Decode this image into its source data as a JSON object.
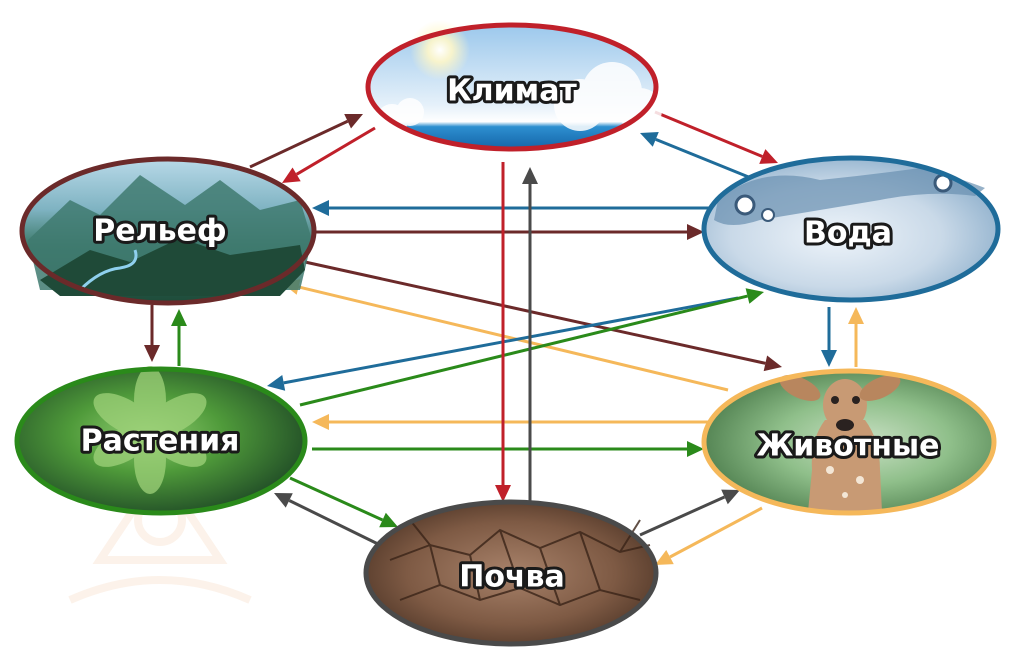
{
  "colors": {
    "climate": "#c0202a",
    "relief": "#6b2a2a",
    "water": "#1f6c9a",
    "plants": "#2a8a1a",
    "animals": "#f5b85a",
    "soil": "#4a4a4a"
  },
  "nodes": {
    "climate": {
      "label": "Климат"
    },
    "relief": {
      "label": "Рельеф"
    },
    "water": {
      "label": "Вода"
    },
    "plants": {
      "label": "Растения"
    },
    "animals": {
      "label": "Животные"
    },
    "soil": {
      "label": "Почва"
    }
  },
  "edges": [
    {
      "from": "relief",
      "to": "climate",
      "color": "relief"
    },
    {
      "from": "climate",
      "to": "relief",
      "color": "climate"
    },
    {
      "from": "climate",
      "to": "water",
      "color": "climate"
    },
    {
      "from": "water",
      "to": "climate",
      "color": "water"
    },
    {
      "from": "water",
      "to": "relief",
      "color": "water"
    },
    {
      "from": "relief",
      "to": "water",
      "color": "relief"
    },
    {
      "from": "relief",
      "to": "plants",
      "color": "relief"
    },
    {
      "from": "plants",
      "to": "relief",
      "color": "plants"
    },
    {
      "from": "relief",
      "to": "animals",
      "color": "relief"
    },
    {
      "from": "animals",
      "to": "relief",
      "color": "animals"
    },
    {
      "from": "water",
      "to": "plants",
      "color": "water"
    },
    {
      "from": "plants",
      "to": "water",
      "color": "plants"
    },
    {
      "from": "water",
      "to": "animals",
      "color": "water"
    },
    {
      "from": "animals",
      "to": "water",
      "color": "animals"
    },
    {
      "from": "animals",
      "to": "plants",
      "color": "animals"
    },
    {
      "from": "plants",
      "to": "animals",
      "color": "plants"
    },
    {
      "from": "climate",
      "to": "soil",
      "color": "climate"
    },
    {
      "from": "soil",
      "to": "climate",
      "color": "soil"
    },
    {
      "from": "plants",
      "to": "soil",
      "color": "plants"
    },
    {
      "from": "soil",
      "to": "plants",
      "color": "soil"
    },
    {
      "from": "soil",
      "to": "animals",
      "color": "soil"
    },
    {
      "from": "animals",
      "to": "soil",
      "color": "animals"
    }
  ]
}
